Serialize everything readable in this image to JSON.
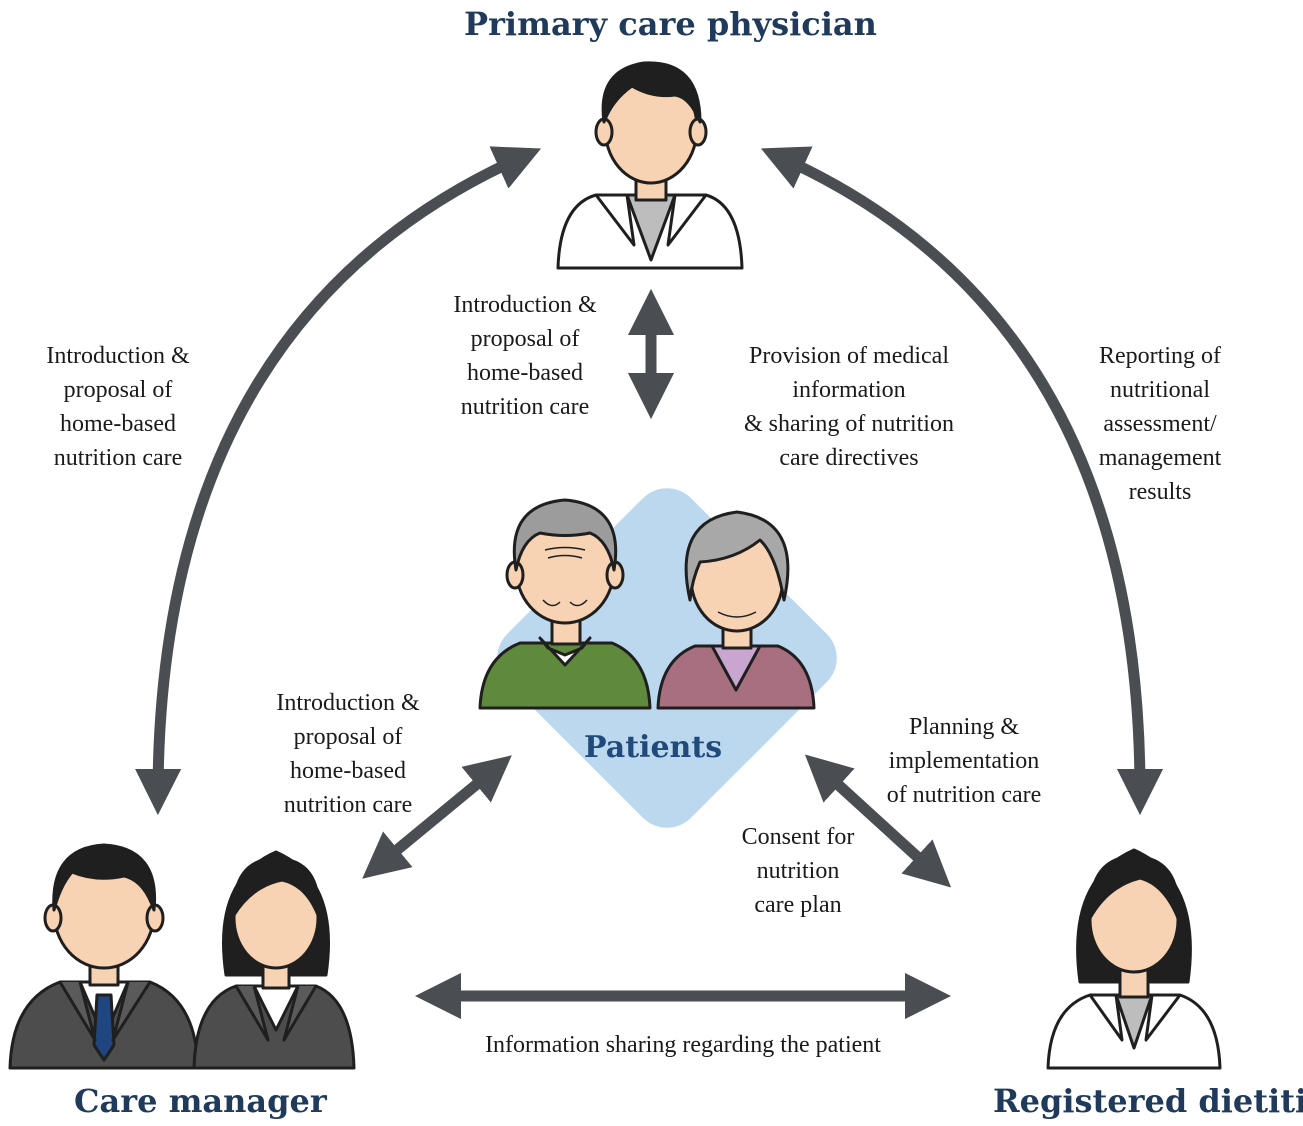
{
  "roles": {
    "physician": "Primary care physician",
    "care_manager": "Care manager",
    "dietitian": "Registered dietitian",
    "patients": "Patients"
  },
  "labels": {
    "physician_to_patients": [
      "Introduction &",
      "proposal of",
      "home-based",
      "nutrition care"
    ],
    "physician_to_care_manager": [
      "Introduction &",
      "proposal of",
      "home-based",
      "nutrition care"
    ],
    "physician_to_dietitian_provision": [
      "Provision of medical",
      "information",
      "& sharing of nutrition",
      "care directives"
    ],
    "dietitian_to_physician_reporting": [
      "Reporting of",
      "nutritional",
      "assessment/",
      "management",
      "results"
    ],
    "care_manager_to_patients": [
      "Introduction &",
      "proposal of",
      "home-based",
      "nutrition care"
    ],
    "dietitian_to_patients_planning": [
      "Planning &",
      "implementation",
      "of nutrition care"
    ],
    "patients_to_dietitian_consent": [
      "Consent for",
      "nutrition",
      "care plan"
    ],
    "care_manager_dietitian_sharing": "Information sharing regarding the patient"
  },
  "colors": {
    "title": "#1f3a5a",
    "patients_title": "#1f4a7a",
    "arrow": "#4a4d52",
    "patients_background": "#bcd8ee",
    "suit": "#4d4d4d",
    "coat": "#ffffff",
    "skin": "#f7d3b3",
    "hair": "#1f1f1f",
    "grey_hair": "#9c9c9c",
    "green_sweater": "#5f8a3c",
    "mauve_cardigan": "#a86f80",
    "tie": "#1f4680"
  },
  "icons": [
    "physician-icon",
    "elderly-man-icon",
    "elderly-woman-icon",
    "male-care-manager-icon",
    "female-care-manager-icon",
    "female-dietitian-icon"
  ]
}
